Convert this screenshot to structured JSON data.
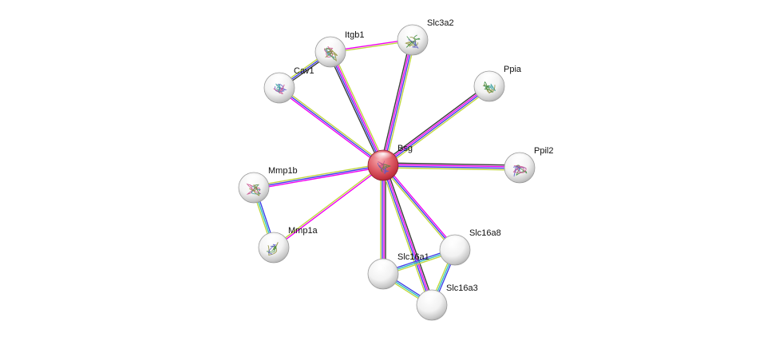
{
  "colors": {
    "edge_db": "#f000f0",
    "edge_experiments": "#4040e8",
    "edge_textmining": "#c0d840",
    "edge_coexpression": "#3a3a3a",
    "edge_homology": "#30c0c0",
    "node_query": "#d94a55",
    "node_plain": "#ffffff"
  },
  "network": {
    "nodes": [
      {
        "id": "Bsg",
        "label": "Bsg",
        "query": true,
        "structure": true
      },
      {
        "id": "Itgb1",
        "label": "Itgb1",
        "query": false,
        "structure": true
      },
      {
        "id": "Slc3a2",
        "label": "Slc3a2",
        "query": false,
        "structure": true
      },
      {
        "id": "Cav1",
        "label": "Cav1",
        "query": false,
        "structure": true
      },
      {
        "id": "Ppia",
        "label": "Ppia",
        "query": false,
        "structure": true
      },
      {
        "id": "Ppil2",
        "label": "Ppil2",
        "query": false,
        "structure": true
      },
      {
        "id": "Mmp1b",
        "label": "Mmp1b",
        "query": false,
        "structure": true
      },
      {
        "id": "Mmp1a",
        "label": "Mmp1a",
        "query": false,
        "structure": true
      },
      {
        "id": "Slc16a8",
        "label": "Slc16a8",
        "query": false,
        "structure": false
      },
      {
        "id": "Slc16a1",
        "label": "Slc16a1",
        "query": false,
        "structure": false
      },
      {
        "id": "Slc16a3",
        "label": "Slc16a3",
        "query": false,
        "structure": false
      }
    ],
    "edges": [
      {
        "source": "Bsg",
        "target": "Itgb1",
        "types": [
          "coexpression",
          "experiments",
          "db",
          "textmining"
        ]
      },
      {
        "source": "Bsg",
        "target": "Slc3a2",
        "types": [
          "coexpression",
          "db",
          "experiments",
          "textmining"
        ]
      },
      {
        "source": "Bsg",
        "target": "Cav1",
        "types": [
          "db",
          "experiments",
          "textmining"
        ]
      },
      {
        "source": "Bsg",
        "target": "Ppia",
        "types": [
          "coexpression",
          "db",
          "experiments",
          "textmining"
        ]
      },
      {
        "source": "Bsg",
        "target": "Ppil2",
        "types": [
          "coexpression",
          "db",
          "experiments",
          "textmining"
        ]
      },
      {
        "source": "Bsg",
        "target": "Mmp1b",
        "types": [
          "db",
          "experiments",
          "textmining"
        ]
      },
      {
        "source": "Bsg",
        "target": "Mmp1a",
        "types": [
          "db",
          "textmining"
        ]
      },
      {
        "source": "Bsg",
        "target": "Slc16a8",
        "types": [
          "db",
          "experiments",
          "textmining"
        ]
      },
      {
        "source": "Bsg",
        "target": "Slc16a1",
        "types": [
          "coexpression",
          "db",
          "experiments",
          "textmining"
        ]
      },
      {
        "source": "Bsg",
        "target": "Slc16a3",
        "types": [
          "coexpression",
          "db",
          "experiments",
          "textmining"
        ]
      },
      {
        "source": "Itgb1",
        "target": "Slc3a2",
        "types": [
          "db",
          "textmining"
        ]
      },
      {
        "source": "Itgb1",
        "target": "Cav1",
        "types": [
          "coexpression",
          "experiments",
          "textmining"
        ]
      },
      {
        "source": "Mmp1b",
        "target": "Mmp1a",
        "types": [
          "experiments",
          "homology",
          "textmining"
        ]
      },
      {
        "source": "Slc16a1",
        "target": "Slc16a8",
        "types": [
          "experiments",
          "homology",
          "textmining"
        ]
      },
      {
        "source": "Slc16a1",
        "target": "Slc16a3",
        "types": [
          "experiments",
          "homology",
          "textmining"
        ]
      },
      {
        "source": "Slc16a8",
        "target": "Slc16a3",
        "types": [
          "experiments",
          "homology",
          "textmining"
        ]
      }
    ]
  }
}
